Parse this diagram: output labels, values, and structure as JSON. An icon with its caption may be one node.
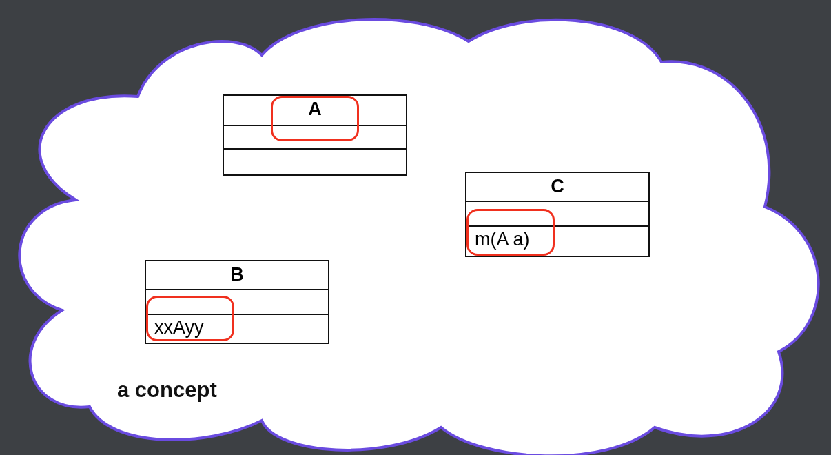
{
  "diagram": {
    "nodes": [
      {
        "text": [
          "a concept"
        ]
      },
      {
        "text": [
          "A"
        ],
        "in": 0
      },
      {
        "text": [
          "B",
          "xxAyy"
        ],
        "in": 0
      },
      {
        "text": [
          "C",
          "m(A a)"
        ],
        "in": 0
      }
    ]
  }
}
